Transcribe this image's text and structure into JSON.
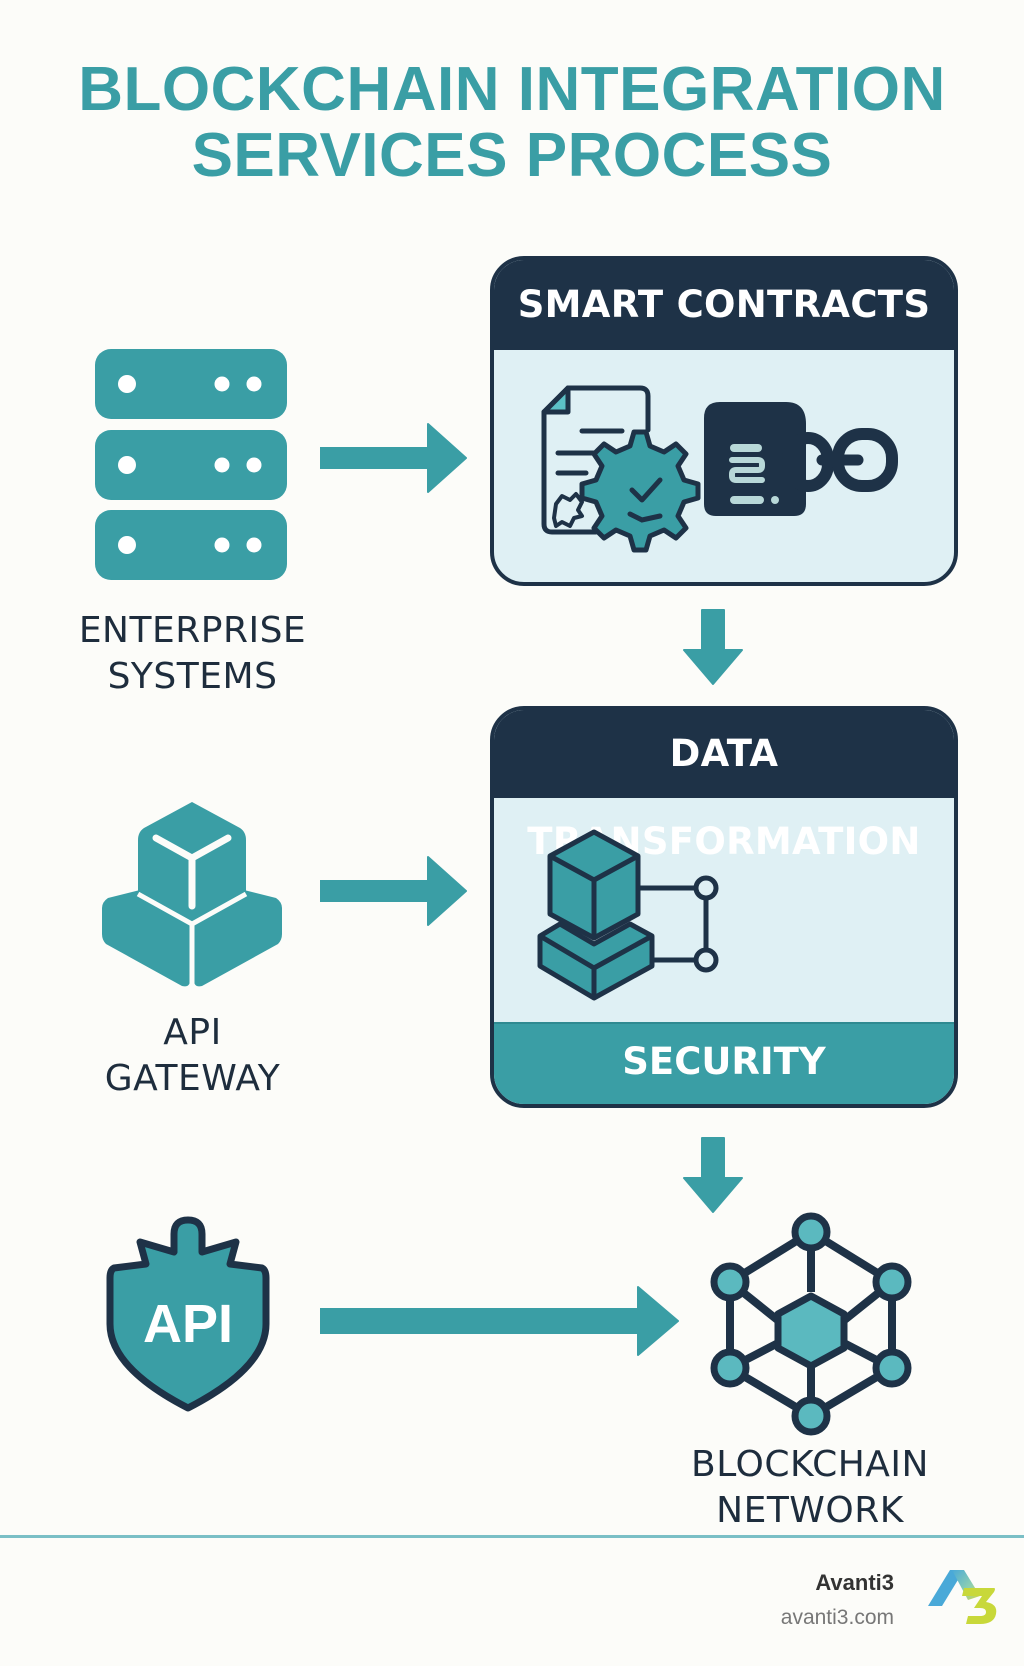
{
  "title": {
    "line1": "BLOCKCHAIN INTEGRATION",
    "line2": "SERVICES PROCESS"
  },
  "colors": {
    "teal": "#3a9ea5",
    "navy": "#1e3247",
    "panel": "#dff0f4",
    "background": "#fcfcf9"
  },
  "left_nodes": [
    {
      "icon": "server-stack-icon",
      "line1": "ENTERPRISE",
      "line2": "SYSTEMS"
    },
    {
      "icon": "cubes-icon",
      "line1": "API",
      "line2": "GATEWAY"
    },
    {
      "icon": "api-shield-icon",
      "badge": "API"
    }
  ],
  "boxes": {
    "smart_contracts": {
      "title": "SMART CONTRACTS",
      "icons": [
        "contract-gear-icon",
        "chain-link-icon"
      ]
    },
    "data_transformation": {
      "title": "DATA TRANSFORMATION",
      "icons": [
        "blocks-connect-icon"
      ],
      "band": "SECURITY"
    }
  },
  "target": {
    "icon": "blockchain-network-icon",
    "line1": "BLOCKCHAIN",
    "line2": "NETWORK"
  },
  "footer": {
    "brand": "Avanti3",
    "url": "avanti3.com",
    "logo": "a3-logo-icon"
  }
}
